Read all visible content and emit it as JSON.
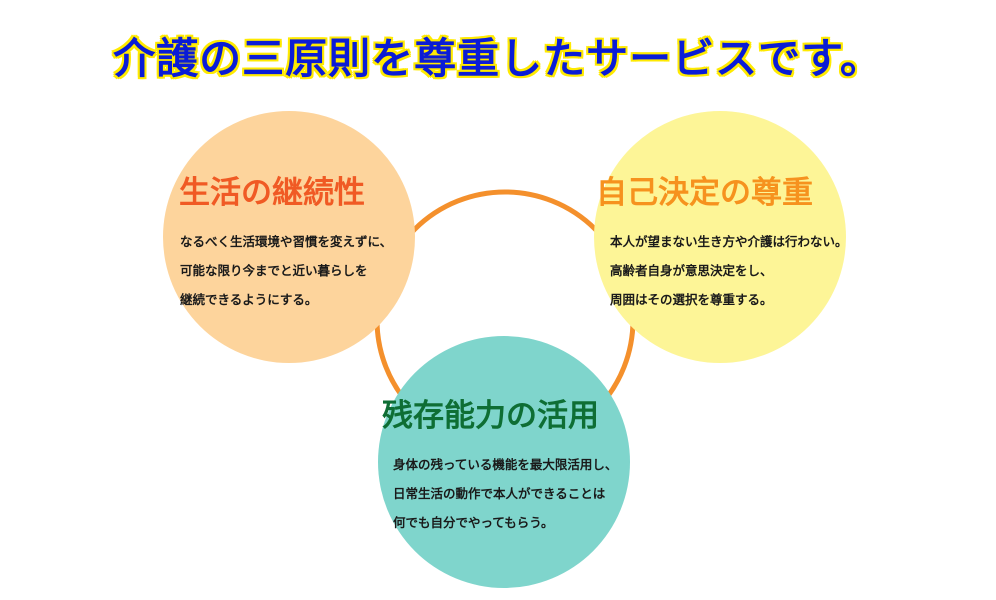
{
  "title": {
    "text": "介護の三原則を尊重したサービスです。",
    "color": "#0a1cd6",
    "outline_color": "#ffea00"
  },
  "ring": {
    "color": "#f4902c"
  },
  "principles": [
    {
      "title": "生活の継続性",
      "title_color": "#f05a24",
      "circle_color": "#fdd49c",
      "lines": [
        "なるべく生活環境や習慣を変えずに、",
        "可能な限り今までと近い暮らしを",
        "継続できるようにする。"
      ]
    },
    {
      "title": "自己決定の尊重",
      "title_color": "#f6921e",
      "circle_color": "#fdf597",
      "lines": [
        "本人が望まない生き方や介護は行わない。",
        "高齢者自身が意思決定をし、",
        "周囲はその選択を尊重する。"
      ]
    },
    {
      "title": "残存能力の活用",
      "title_color": "#0e6e34",
      "circle_color": "#7fd5cc",
      "lines": [
        "身体の残っている機能を最大限活用し、",
        "日常生活の動作で本人ができることは",
        "何でも自分でやってもらう。"
      ]
    }
  ]
}
